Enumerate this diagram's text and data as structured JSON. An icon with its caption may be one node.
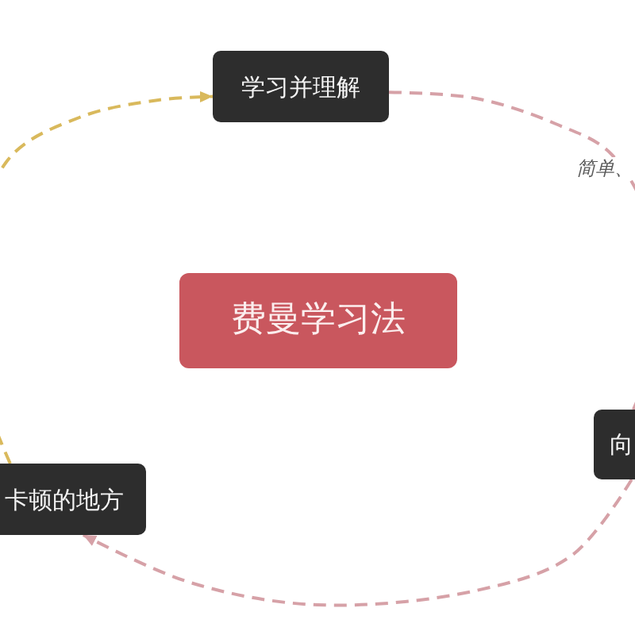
{
  "diagram": {
    "nodes": [
      {
        "text": [
          "学习并理解"
        ]
      },
      {
        "text": [
          "费曼学习法"
        ]
      },
      {
        "text": [
          "向"
        ]
      },
      {
        "text": [
          "卡顿的地方"
        ]
      }
    ],
    "edges": [
      {
        "from": 3,
        "to": 0,
        "arrow": "to",
        "style": "dashed",
        "color": "#d9b95c"
      },
      {
        "from": 0,
        "to": 2,
        "arrow": "none",
        "style": "dashed",
        "label": "简单、"
      },
      {
        "from": 2,
        "to": 3,
        "arrow": "to",
        "style": "dashed"
      }
    ]
  }
}
